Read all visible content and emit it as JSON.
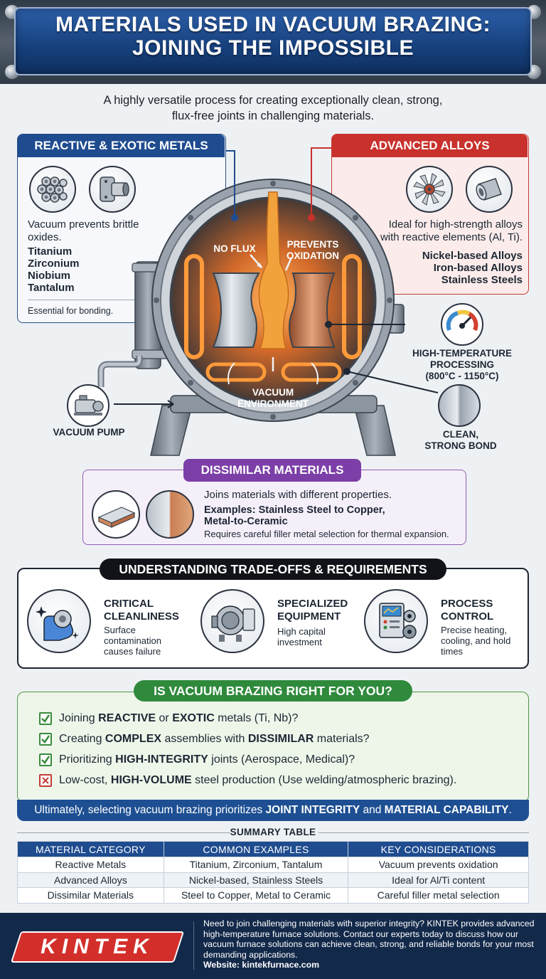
{
  "header": {
    "title_line1": "MATERIALS USED IN VACUUM BRAZING:",
    "title_line2": "JOINING THE IMPOSSIBLE"
  },
  "subtitle_line1": "A highly versatile process for creating exceptionally clean, strong,",
  "subtitle_line2": "flux-free joints in challenging materials.",
  "reactive_panel": {
    "title": "REACTIVE & EXOTIC METALS",
    "desc_line1": "Vacuum prevents brittle",
    "desc_line2": "oxides.",
    "metals": [
      "Titanium",
      "Zirconium",
      "Niobium",
      "Tantalum"
    ],
    "note": "Essential for bonding."
  },
  "advanced_panel": {
    "title": "ADVANCED ALLOYS",
    "desc_line1": "Ideal for high-strength alloys",
    "desc_line2": "with reactive elements (Al, Ti).",
    "alloys": [
      "Nickel-based Alloys",
      "Iron-based Alloys",
      "Stainless Steels"
    ]
  },
  "chamber_labels": {
    "no_flux": "NO FLUX",
    "prevents_line1": "PREVENTS",
    "prevents_line2": "OXIDATION",
    "vacuum_line1": "VACUUM",
    "vacuum_line2": "ENVIRONMENT",
    "pump": "VACUUM PUMP",
    "temp_line1": "HIGH-TEMPERATURE",
    "temp_line2": "PROCESSING",
    "temp_line3": "(800°C - 1150°C)",
    "bond_line1": "CLEAN,",
    "bond_line2": "STRONG BOND"
  },
  "dissimilar_panel": {
    "title": "DISSIMILAR MATERIALS",
    "line1": "Joins materials with different properties.",
    "line2": "Examples: Stainless Steel to Copper,",
    "line3": "Metal-to-Ceramic",
    "line4": "Requires careful filler metal selection for thermal expansion."
  },
  "tradeoffs": {
    "title": "UNDERSTANDING TRADE-OFFS & REQUIREMENTS",
    "items": [
      {
        "head_line1": "CRITICAL",
        "head_line2": "CLEANLINESS",
        "desc_line1": "Surface",
        "desc_line2": "contamination",
        "desc_line3": "causes failure"
      },
      {
        "head_line1": "SPECIALIZED",
        "head_line2": "EQUIPMENT",
        "desc_line1": "High capital",
        "desc_line2": "investment",
        "desc_line3": ""
      },
      {
        "head_line1": "PROCESS",
        "head_line2": "CONTROL",
        "desc_line1": "Precise heating,",
        "desc_line2": "cooling, and hold",
        "desc_line3": "times"
      }
    ]
  },
  "right_for_you": {
    "title": "IS VACUUM BRAZING RIGHT FOR YOU?",
    "rows": [
      {
        "a": "Joining ",
        "b": "REACTIVE",
        "c": " or ",
        "d": "EXOTIC",
        "e": " metals (Ti, Nb)?"
      },
      {
        "a": "Creating ",
        "b": "COMPLEX",
        "c": " assemblies with ",
        "d": "DISSIMILAR",
        "e": " materials?"
      },
      {
        "a": "Prioritizing ",
        "b": "HIGH-INTEGRITY",
        "c": " joints (Aerospace, Medical)?",
        "d": "",
        "e": ""
      },
      {
        "a": "Low-cost, ",
        "b": "HIGH-VOLUME",
        "c": " steel production (Use welding/atmospheric brazing).",
        "d": "",
        "e": ""
      }
    ],
    "conclusion_a": "Ultimately, selecting vacuum brazing prioritizes ",
    "conclusion_b": "JOINT INTEGRITY",
    "conclusion_c": " and ",
    "conclusion_d": "MATERIAL CAPABILITY",
    "conclusion_e": "."
  },
  "summary": {
    "title": "SUMMARY TABLE",
    "headers": [
      "MATERIAL CATEGORY",
      "COMMON EXAMPLES",
      "KEY CONSIDERATIONS"
    ],
    "rows": [
      [
        "Reactive Metals",
        "Titanium, Zirconium, Tantalum",
        "Vacuum prevents oxidation"
      ],
      [
        "Advanced Alloys",
        "Nickel-based, Stainless Steels",
        "Ideal for Al/Ti content"
      ],
      [
        "Dissimilar Materials",
        "Steel to Copper, Metal to Ceramic",
        "Careful filler metal selection"
      ]
    ]
  },
  "footer": {
    "logo": "KINTEK",
    "blurb": "Need to join challenging materials with superior integrity? KINTEK provides advanced high-temperature furnace solutions. Contact our experts today to discuss how our vacuum furnace solutions can achieve clean, strong, and reliable bonds for your most demanding applications.",
    "website": "Website: kintekfurnace.com"
  },
  "colors": {
    "blue": "#1f4c8f",
    "red": "#c8312c",
    "purple": "#7c3fa7",
    "green": "#2f8a3c",
    "navy": "#13294a"
  },
  "icons": [
    "pipe-bundle-icon",
    "flange-icon",
    "turbine-icon",
    "bushing-icon",
    "temperature-gauge-icon",
    "bond-cross-section-icon",
    "vacuum-pump-icon",
    "copper-plate-icon",
    "pipe-joint-icon",
    "gloved-hand-icon",
    "furnace-icon",
    "control-panel-icon",
    "checkbox-checked-icon",
    "checkbox-x-icon"
  ]
}
